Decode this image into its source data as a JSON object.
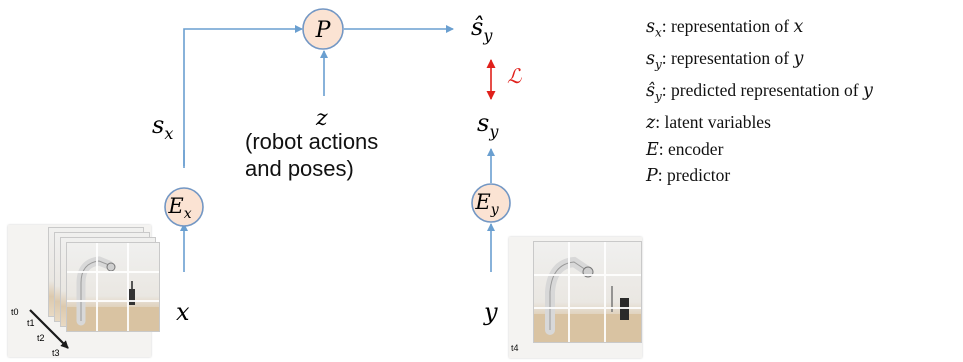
{
  "nodes": {
    "predictor": "P",
    "encoder_x": "E",
    "encoder_x_sub": "x",
    "encoder_y": "E",
    "encoder_y_sub": "y"
  },
  "labels": {
    "s_x": "s",
    "s_x_sub": "x",
    "s_y": "s",
    "s_y_sub": "y",
    "s_hat_y": "ŝ",
    "s_hat_y_sub": "y",
    "z": "z",
    "z_note_line1": "(robot actions",
    "z_note_line2": "and poses)",
    "x": "x",
    "y": "y",
    "loss": "ℒ"
  },
  "timestamps": {
    "t0": "t0",
    "t1": "t1",
    "t2": "t2",
    "t3": "t3",
    "t4": "t4"
  },
  "legend": [
    {
      "symbol": "s",
      "sub": "x",
      "text": ": representation of ",
      "var": "x"
    },
    {
      "symbol": "s",
      "sub": "y",
      "text": ": representation of ",
      "var": "y"
    },
    {
      "symbol": "ŝ",
      "sub": "y",
      "text": ": predicted representation of ",
      "var": "y"
    },
    {
      "symbol": "z",
      "sub": "",
      "text": ": latent variables",
      "var": ""
    },
    {
      "symbol": "E",
      "sub": "",
      "text": ": encoder",
      "var": ""
    },
    {
      "symbol": "P",
      "sub": "",
      "text": ": predictor",
      "var": ""
    }
  ],
  "colors": {
    "node_fill": "#fbe3d3",
    "node_stroke": "#7397c4",
    "arrow": "#6a9fd0",
    "loss_arrow": "#e0201b",
    "loss_text": "#e0201b"
  }
}
